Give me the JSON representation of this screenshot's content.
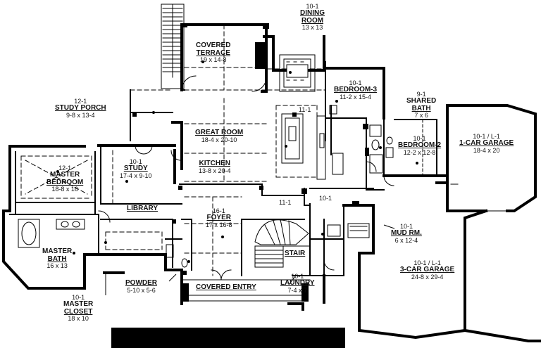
{
  "rooms": {
    "dining": {
      "ceiling": "10-1",
      "name": "DINING",
      "name2": "ROOM",
      "dims": "13 x 13"
    },
    "covered_terrace": {
      "name": "COVERED",
      "name2": "TERRACE",
      "dims": "19 x 14-8"
    },
    "study_porch": {
      "ceiling": "12-1",
      "name": "STUDY PORCH",
      "dims": "9-8 x 13-4"
    },
    "bedroom3": {
      "ceiling": "10-1",
      "name": "BEDROOM-3",
      "dims": "11-2 x 15-4"
    },
    "shared_bath": {
      "ceiling": "9-1",
      "name": "SHARED",
      "name2": "BATH",
      "dims": "7 x 6"
    },
    "great_room": {
      "ceiling": "11-1",
      "name": "GREAT ROOM",
      "dims": "18-4 x 20-10"
    },
    "bedroom2": {
      "ceiling": "10-1",
      "name": "BEDROOM-2",
      "dims": "12-2 x 12-8"
    },
    "garage1": {
      "ceiling": "10-1 / L-1",
      "name": "1-CAR GARAGE",
      "dims": "18-4 x 20"
    },
    "master_bedroom": {
      "ceiling": "12-1",
      "name": "MASTER",
      "name2": "BEDROOM",
      "dims": "18-8 x 16"
    },
    "study": {
      "ceiling": "10-1",
      "name": "STUDY",
      "dims": "17-4 x 9-10"
    },
    "kitchen": {
      "name": "KITCHEN",
      "dims": "13-8 x 20-4"
    },
    "library": {
      "name": "LIBRARY"
    },
    "foyer": {
      "ceiling": "16-1",
      "name": "FOYER",
      "dims": "17 x 16-8"
    },
    "hall_ceiling": "11-1",
    "mud_ceiling_upper": "10-1",
    "mud_room": {
      "ceiling": "10-1",
      "name": "MUD RM.",
      "dims": "6 x 12-4"
    },
    "master_bath": {
      "name": "MASTER",
      "name2": "BATH",
      "dims": "16 x 13"
    },
    "stair": {
      "name": "STAIR"
    },
    "garage3": {
      "ceiling": "10-1 / L-1",
      "name": "3-CAR GARAGE",
      "dims": "24-8 x 29-4"
    },
    "powder": {
      "name": "POWDER",
      "dims": "5-10 x 5-6"
    },
    "laundry": {
      "ceiling": "10-1",
      "name": "LAUNDRY",
      "dims": "7-4 x 7"
    },
    "covered_entry": {
      "name": "COVERED ENTRY"
    },
    "master_closet": {
      "ceiling": "10-1",
      "name": "MASTER",
      "name2": "CLOSET",
      "dims": "18 x 10"
    }
  }
}
